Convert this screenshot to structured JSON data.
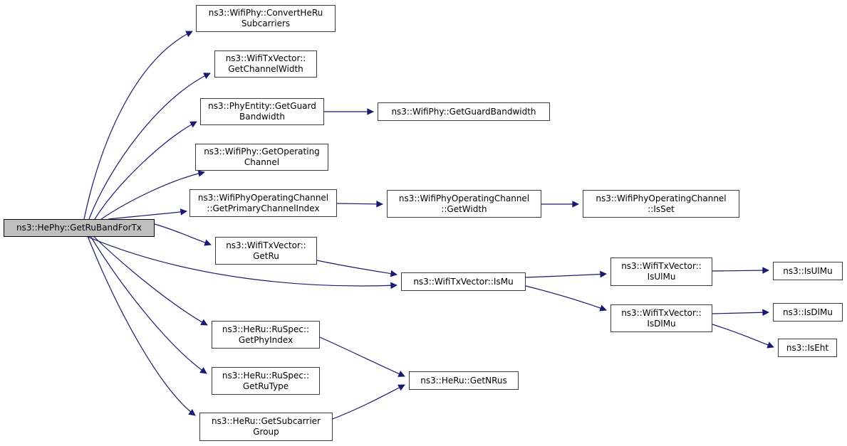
{
  "diagram": {
    "type": "doxygen-call-graph",
    "colors": {
      "edge": "#191970",
      "node_border": "#3d3d3d",
      "node_fill": "#ffffff",
      "highlight_fill": "#bfbfbf",
      "background": "#ffffff",
      "text": "#000000"
    },
    "nodes": [
      {
        "id": "hephy-getrubandfortx",
        "label": "ns3::HePhy::GetRuBandForTx",
        "highlighted": true
      },
      {
        "id": "wifiphy-convertherusubcarriers",
        "label": "ns3::WifiPhy::ConvertHeRu\nSubcarriers",
        "highlighted": false
      },
      {
        "id": "wifitxvector-getchannelwidth",
        "label": "ns3::WifiTxVector::\nGetChannelWidth",
        "highlighted": false
      },
      {
        "id": "phyentity-getguardbandwidth",
        "label": "ns3::PhyEntity::GetGuard\nBandwidth",
        "highlighted": false
      },
      {
        "id": "wifiphy-getguardbandwidth",
        "label": "ns3::WifiPhy::GetGuardBandwidth",
        "highlighted": false
      },
      {
        "id": "wifiphy-getoperatingchannel",
        "label": "ns3::WifiPhy::GetOperating\nChannel",
        "highlighted": false
      },
      {
        "id": "wpoc-getprimarychannelindex",
        "label": "ns3::WifiPhyOperatingChannel\n::GetPrimaryChannelIndex",
        "highlighted": false
      },
      {
        "id": "wpoc-getwidth",
        "label": "ns3::WifiPhyOperatingChannel\n::GetWidth",
        "highlighted": false
      },
      {
        "id": "wpoc-isset",
        "label": "ns3::WifiPhyOperatingChannel\n::IsSet",
        "highlighted": false
      },
      {
        "id": "wifitxvector-getru",
        "label": "ns3::WifiTxVector::\nGetRu",
        "highlighted": false
      },
      {
        "id": "wifitxvector-ismu",
        "label": "ns3::WifiTxVector::IsMu",
        "highlighted": false
      },
      {
        "id": "wifitxvector-isulmu",
        "label": "ns3::WifiTxVector::\nIsUlMu",
        "highlighted": false
      },
      {
        "id": "ns3-isulmu",
        "label": "ns3::IsUlMu",
        "highlighted": false
      },
      {
        "id": "wifitxvector-isdlmu",
        "label": "ns3::WifiTxVector::\nIsDlMu",
        "highlighted": false
      },
      {
        "id": "ns3-isdlmu",
        "label": "ns3::IsDlMu",
        "highlighted": false
      },
      {
        "id": "ns3-iseht",
        "label": "ns3::IsEht",
        "highlighted": false
      },
      {
        "id": "heru-ruspec-getphyindex",
        "label": "ns3::HeRu::RuSpec::\nGetPhyIndex",
        "highlighted": false
      },
      {
        "id": "heru-ruspec-getrutype",
        "label": "ns3::HeRu::RuSpec::\nGetRuType",
        "highlighted": false
      },
      {
        "id": "heru-getsubcarriergroup",
        "label": "ns3::HeRu::GetSubcarrier\nGroup",
        "highlighted": false
      },
      {
        "id": "heru-getnrus",
        "label": "ns3::HeRu::GetNRus",
        "highlighted": false
      }
    ],
    "edges": [
      {
        "from": "hephy-getrubandfortx",
        "to": "wifiphy-convertherusubcarriers"
      },
      {
        "from": "hephy-getrubandfortx",
        "to": "wifitxvector-getchannelwidth"
      },
      {
        "from": "hephy-getrubandfortx",
        "to": "phyentity-getguardbandwidth"
      },
      {
        "from": "hephy-getrubandfortx",
        "to": "wifiphy-getoperatingchannel"
      },
      {
        "from": "hephy-getrubandfortx",
        "to": "wpoc-getprimarychannelindex"
      },
      {
        "from": "hephy-getrubandfortx",
        "to": "wifitxvector-getru"
      },
      {
        "from": "hephy-getrubandfortx",
        "to": "wifitxvector-ismu"
      },
      {
        "from": "hephy-getrubandfortx",
        "to": "heru-ruspec-getphyindex"
      },
      {
        "from": "hephy-getrubandfortx",
        "to": "heru-ruspec-getrutype"
      },
      {
        "from": "hephy-getrubandfortx",
        "to": "heru-getsubcarriergroup"
      },
      {
        "from": "phyentity-getguardbandwidth",
        "to": "wifiphy-getguardbandwidth"
      },
      {
        "from": "wpoc-getprimarychannelindex",
        "to": "wpoc-getwidth"
      },
      {
        "from": "wpoc-getwidth",
        "to": "wpoc-isset"
      },
      {
        "from": "wifitxvector-getru",
        "to": "wifitxvector-ismu"
      },
      {
        "from": "wifitxvector-ismu",
        "to": "wifitxvector-isulmu"
      },
      {
        "from": "wifitxvector-ismu",
        "to": "wifitxvector-isdlmu"
      },
      {
        "from": "wifitxvector-isulmu",
        "to": "ns3-isulmu"
      },
      {
        "from": "wifitxvector-isdlmu",
        "to": "ns3-isdlmu"
      },
      {
        "from": "wifitxvector-isdlmu",
        "to": "ns3-iseht"
      },
      {
        "from": "heru-ruspec-getphyindex",
        "to": "heru-getnrus"
      },
      {
        "from": "heru-getsubcarriergroup",
        "to": "heru-getnrus"
      }
    ]
  }
}
